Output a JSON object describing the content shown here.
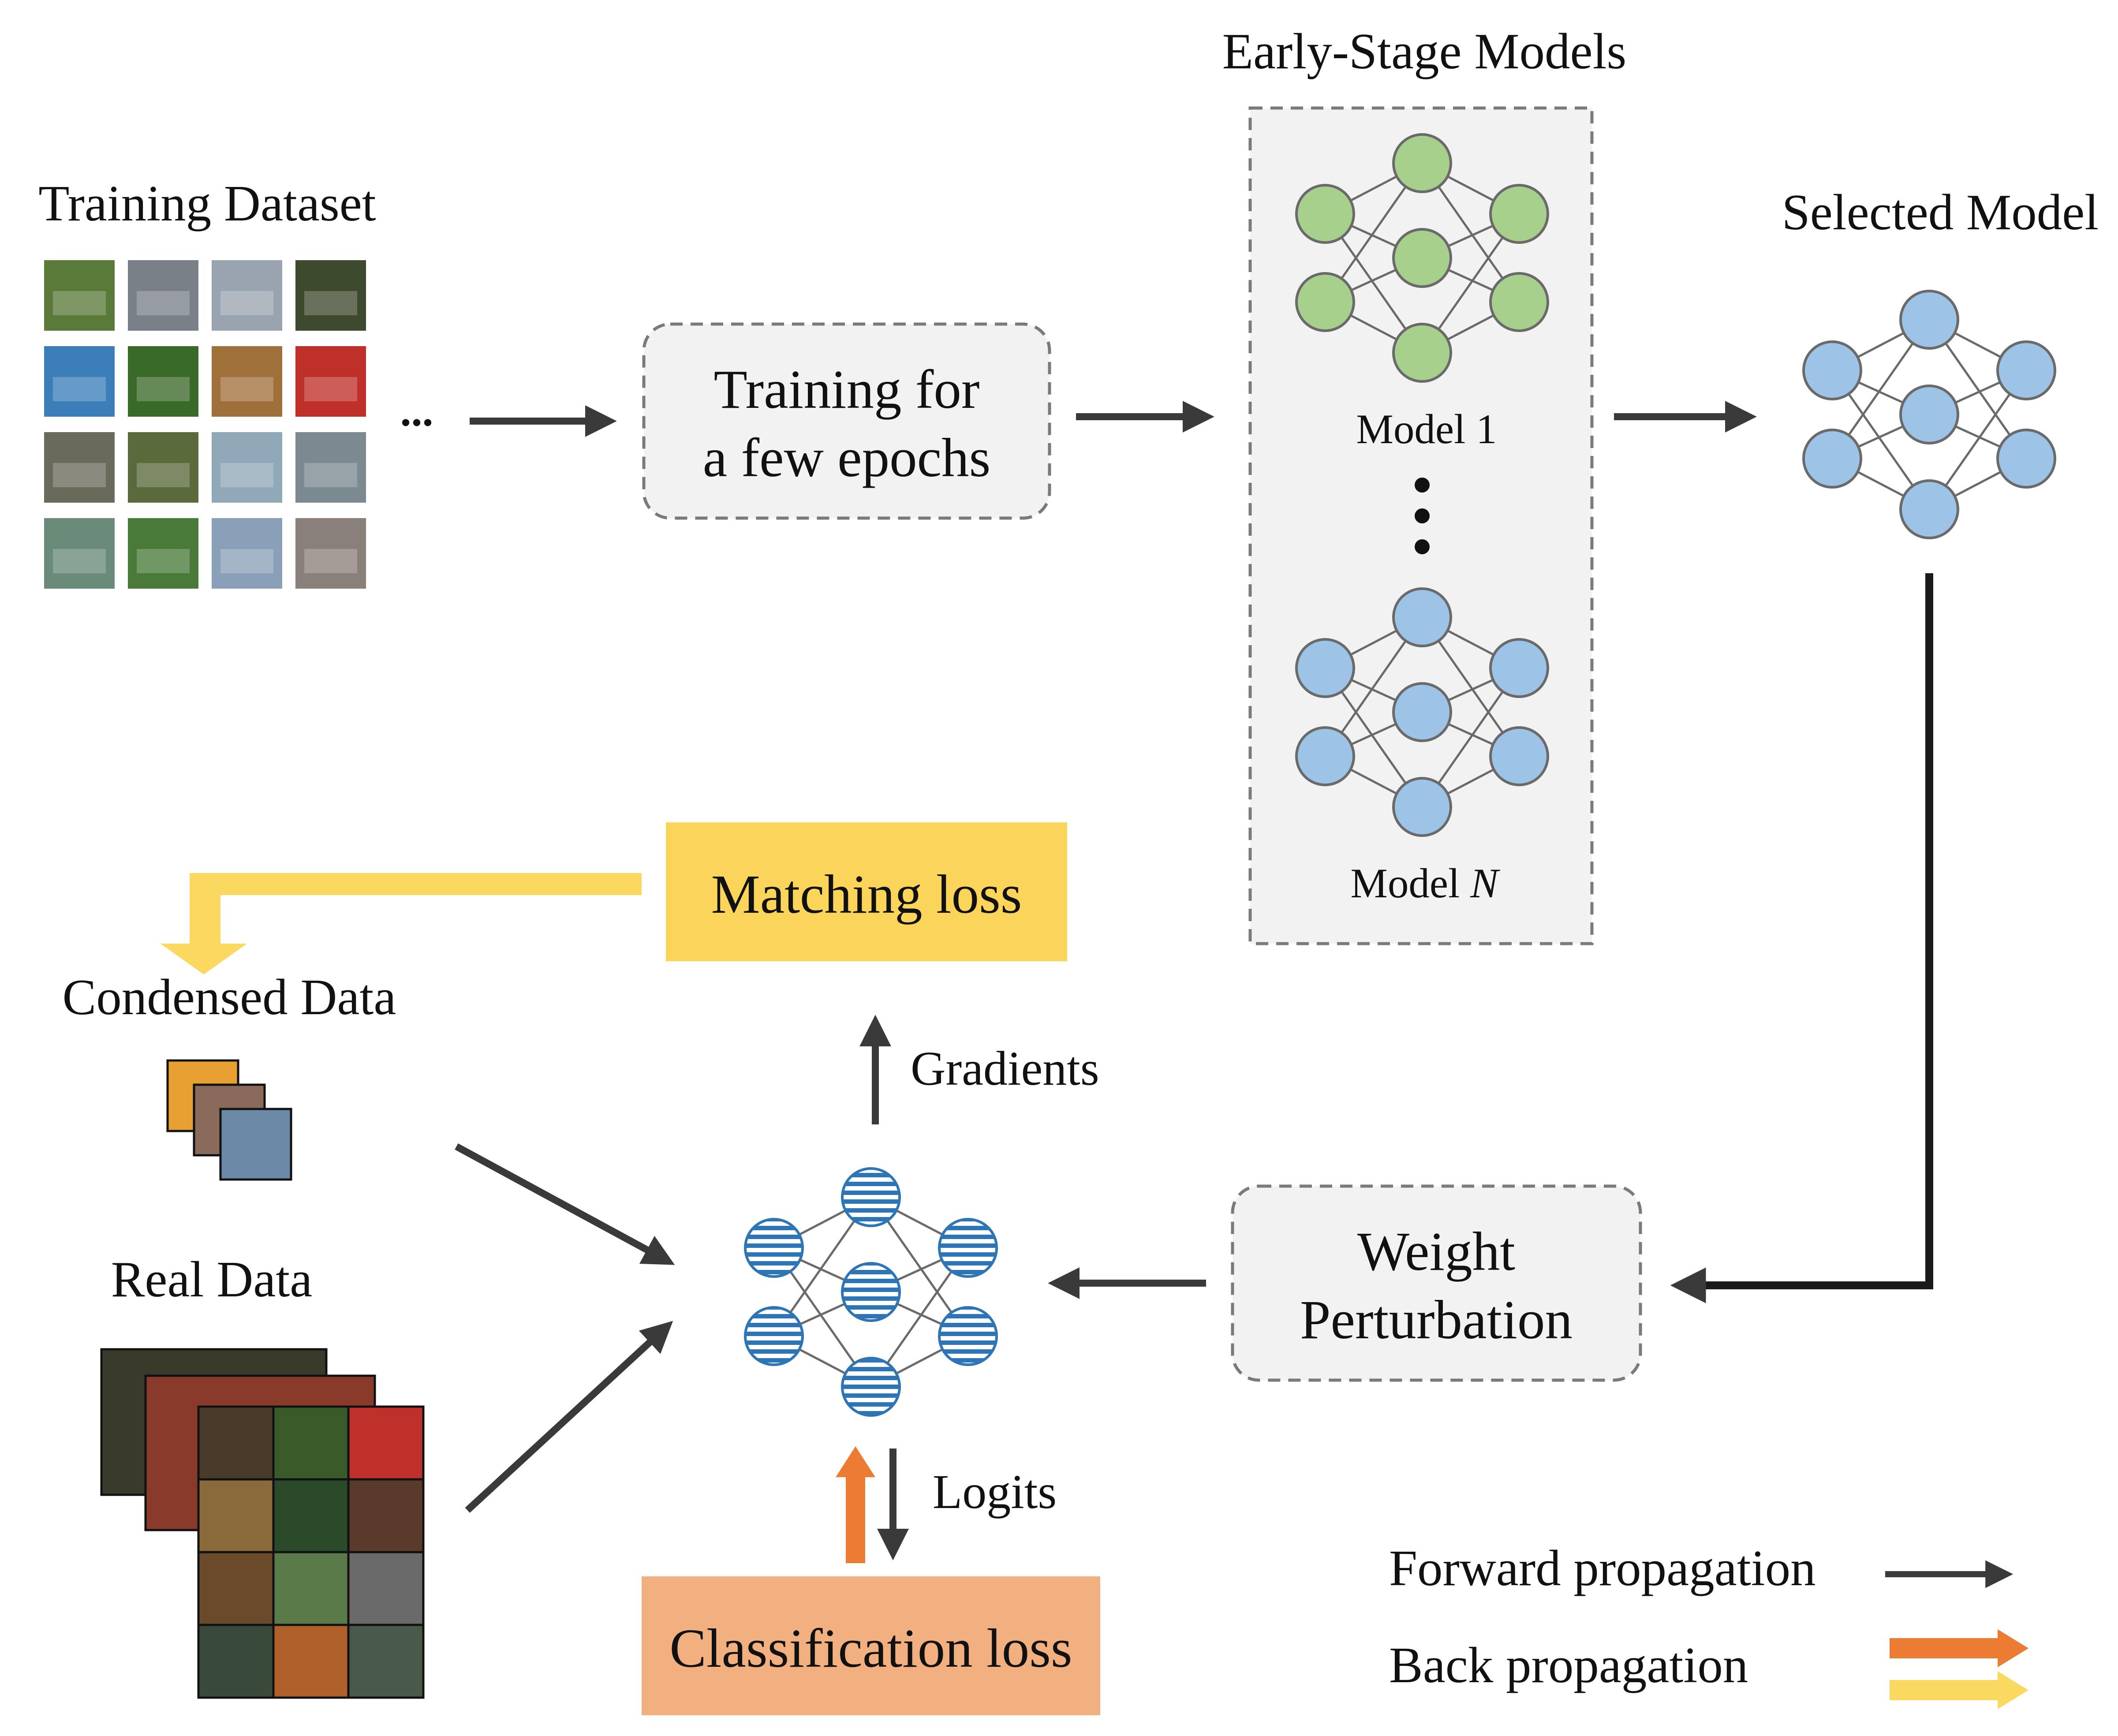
{
  "labels": {
    "training_dataset": "Training Dataset",
    "ellipsis": "...",
    "training_line1": "Training for",
    "training_line2": "a few epochs",
    "early_stage": "Early-Stage Models",
    "model_1": "Model 1",
    "model_n_prefix": "Model ",
    "model_n_var": "N",
    "selected_model": "Selected Model",
    "matching_loss": "Matching loss",
    "condensed_data": "Condensed Data",
    "gradients": "Gradients",
    "real_data": "Real Data",
    "weight_line1": "Weight",
    "weight_line2": "Perturbation",
    "logits": "Logits",
    "classification_loss": "Classification loss",
    "forward_propagation": "Forward propagation",
    "back_propagation": "Back propagation"
  },
  "colors": {
    "arrow_dark": "#3a3a3a",
    "arrow_orange": "#ec7b33",
    "arrow_yellow": "#fbd961",
    "matching_box": "#fbd55a",
    "classification_box": "#f2b080",
    "node_green": "#a8d08d",
    "node_blue": "#9dc3e6",
    "node_striped": "#2e75b6",
    "dashed_box_fill": "#f2f2f2",
    "node_stroke": "#6a6a6a"
  },
  "icons": {
    "thumbnail": "image-thumbnail-icon",
    "network": "neural-network-icon"
  },
  "thumbnail_colors": [
    [
      "#5a7a3a",
      "#7a8088",
      "#9aa4b0",
      "#3d4a2e"
    ],
    [
      "#3c7fb8",
      "#3a6a2a",
      "#a0703a",
      "#c0302a"
    ],
    [
      "#6a6a5a",
      "#5a6a3a",
      "#90a8b8",
      "#7a8a90"
    ],
    [
      "#6a8a7a",
      "#4a7a3a",
      "#8aa0b8",
      "#8a807a"
    ]
  ],
  "condensed_colors": [
    "#e8a030",
    "#8a6a5a",
    "#6a8aa8"
  ],
  "real_colors": [
    "#4a3a2a",
    "#3a5a2a",
    "#c0302a",
    "#8a6a3a",
    "#2a4a2a",
    "#5a3a2a",
    "#6a4a2a",
    "#5a7a4a",
    "#6a6a6a",
    "#3a4a3a",
    "#b0602a",
    "#4a5a4a",
    "#3a6a3a",
    "#7a5a3a",
    "#5a4a3a",
    "#4a6a3a"
  ]
}
